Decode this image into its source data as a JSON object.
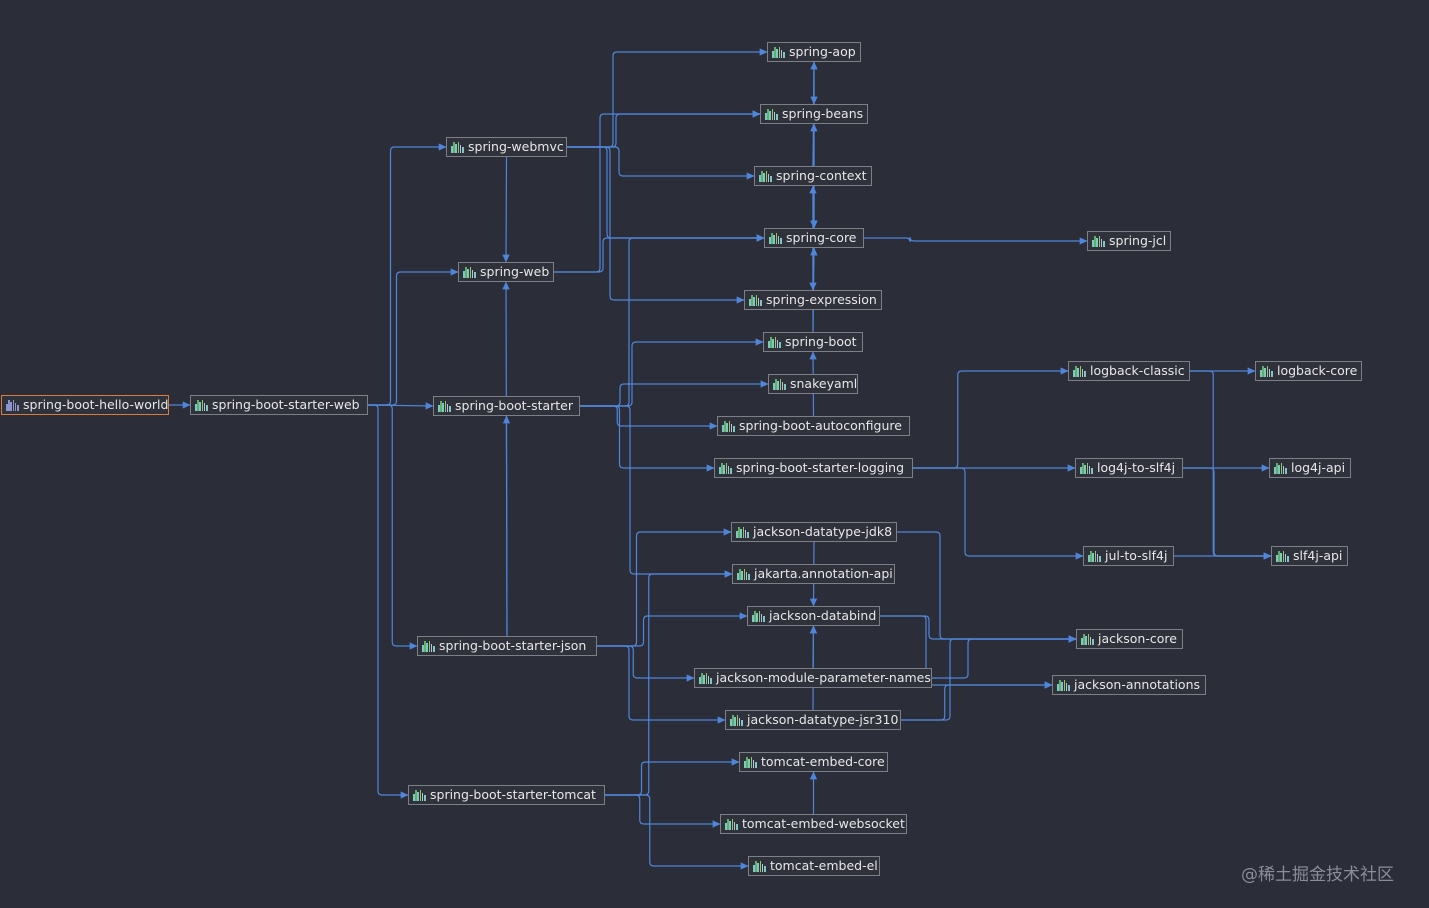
{
  "modules": [
    {
      "id": "root",
      "label": "spring-boot-hello-world",
      "kind": "module"
    },
    {
      "id": "sbsw",
      "label": "spring-boot-starter-web"
    },
    {
      "id": "webmvc",
      "label": "spring-webmvc"
    },
    {
      "id": "web",
      "label": "spring-web"
    },
    {
      "id": "sbs",
      "label": "spring-boot-starter"
    },
    {
      "id": "sbsj",
      "label": "spring-boot-starter-json"
    },
    {
      "id": "sbst",
      "label": "spring-boot-starter-tomcat"
    },
    {
      "id": "aop",
      "label": "spring-aop"
    },
    {
      "id": "beans",
      "label": "spring-beans"
    },
    {
      "id": "context",
      "label": "spring-context"
    },
    {
      "id": "core",
      "label": "spring-core"
    },
    {
      "id": "expr",
      "label": "spring-expression"
    },
    {
      "id": "boot",
      "label": "spring-boot"
    },
    {
      "id": "snake",
      "label": "snakeyaml"
    },
    {
      "id": "autoconf",
      "label": "spring-boot-autoconfigure"
    },
    {
      "id": "logging",
      "label": "spring-boot-starter-logging"
    },
    {
      "id": "jcl",
      "label": "spring-jcl"
    },
    {
      "id": "lbclassic",
      "label": "logback-classic"
    },
    {
      "id": "lbcore",
      "label": "logback-core"
    },
    {
      "id": "l4j2slf",
      "label": "log4j-to-slf4j"
    },
    {
      "id": "l4japi",
      "label": "log4j-api"
    },
    {
      "id": "jul",
      "label": "jul-to-slf4j"
    },
    {
      "id": "slf4j",
      "label": "slf4j-api"
    },
    {
      "id": "jdk8",
      "label": "jackson-datatype-jdk8"
    },
    {
      "id": "jakarta",
      "label": "jakarta.annotation-api"
    },
    {
      "id": "databind",
      "label": "jackson-databind"
    },
    {
      "id": "jcore",
      "label": "jackson-core"
    },
    {
      "id": "params",
      "label": "jackson-module-parameter-names"
    },
    {
      "id": "jann",
      "label": "jackson-annotations"
    },
    {
      "id": "jsr310",
      "label": "jackson-datatype-jsr310"
    },
    {
      "id": "tcore",
      "label": "tomcat-embed-core"
    },
    {
      "id": "tws",
      "label": "tomcat-embed-websocket"
    },
    {
      "id": "tel",
      "label": "tomcat-embed-el"
    }
  ],
  "dependencies": [
    [
      "root",
      "sbsw"
    ],
    [
      "sbsw",
      "webmvc"
    ],
    [
      "sbsw",
      "web"
    ],
    [
      "sbsw",
      "sbs"
    ],
    [
      "sbsw",
      "sbsj"
    ],
    [
      "sbsw",
      "sbst"
    ],
    [
      "webmvc",
      "web"
    ],
    [
      "webmvc",
      "aop"
    ],
    [
      "webmvc",
      "beans"
    ],
    [
      "webmvc",
      "context"
    ],
    [
      "webmvc",
      "core"
    ],
    [
      "webmvc",
      "expr"
    ],
    [
      "web",
      "beans"
    ],
    [
      "web",
      "core"
    ],
    [
      "sbs",
      "boot"
    ],
    [
      "sbs",
      "snake"
    ],
    [
      "sbs",
      "autoconf"
    ],
    [
      "sbs",
      "logging"
    ],
    [
      "sbs",
      "core"
    ],
    [
      "sbs",
      "jakarta"
    ],
    [
      "sbsj",
      "sbs"
    ],
    [
      "sbsj",
      "web"
    ],
    [
      "sbsj",
      "jdk8"
    ],
    [
      "sbsj",
      "databind"
    ],
    [
      "sbsj",
      "params"
    ],
    [
      "sbsj",
      "jsr310"
    ],
    [
      "sbst",
      "tcore"
    ],
    [
      "sbst",
      "tws"
    ],
    [
      "sbst",
      "tel"
    ],
    [
      "sbst",
      "jakarta"
    ],
    [
      "aop",
      "beans"
    ],
    [
      "aop",
      "core"
    ],
    [
      "beans",
      "core"
    ],
    [
      "context",
      "aop"
    ],
    [
      "context",
      "beans"
    ],
    [
      "context",
      "core"
    ],
    [
      "context",
      "expr"
    ],
    [
      "core",
      "jcl"
    ],
    [
      "expr",
      "core"
    ],
    [
      "boot",
      "core"
    ],
    [
      "boot",
      "context"
    ],
    [
      "autoconf",
      "boot"
    ],
    [
      "logging",
      "lbclassic"
    ],
    [
      "logging",
      "l4j2slf"
    ],
    [
      "logging",
      "jul"
    ],
    [
      "lbclassic",
      "lbcore"
    ],
    [
      "lbclassic",
      "slf4j"
    ],
    [
      "l4j2slf",
      "l4japi"
    ],
    [
      "l4j2slf",
      "slf4j"
    ],
    [
      "jul",
      "slf4j"
    ],
    [
      "jdk8",
      "databind"
    ],
    [
      "jdk8",
      "jcore"
    ],
    [
      "databind",
      "jann"
    ],
    [
      "databind",
      "jcore"
    ],
    [
      "params",
      "databind"
    ],
    [
      "params",
      "jcore"
    ],
    [
      "jsr310",
      "databind"
    ],
    [
      "jsr310",
      "jann"
    ],
    [
      "jsr310",
      "jcore"
    ],
    [
      "tws",
      "tcore"
    ]
  ],
  "watermark": "@稀土掘金技术社区",
  "colors": {
    "background": "#2b2d39",
    "edge": "#4f86d9",
    "node_border": "#7d7f86",
    "root_border": "#d97d3e",
    "node_text": "#e8e8e8"
  }
}
